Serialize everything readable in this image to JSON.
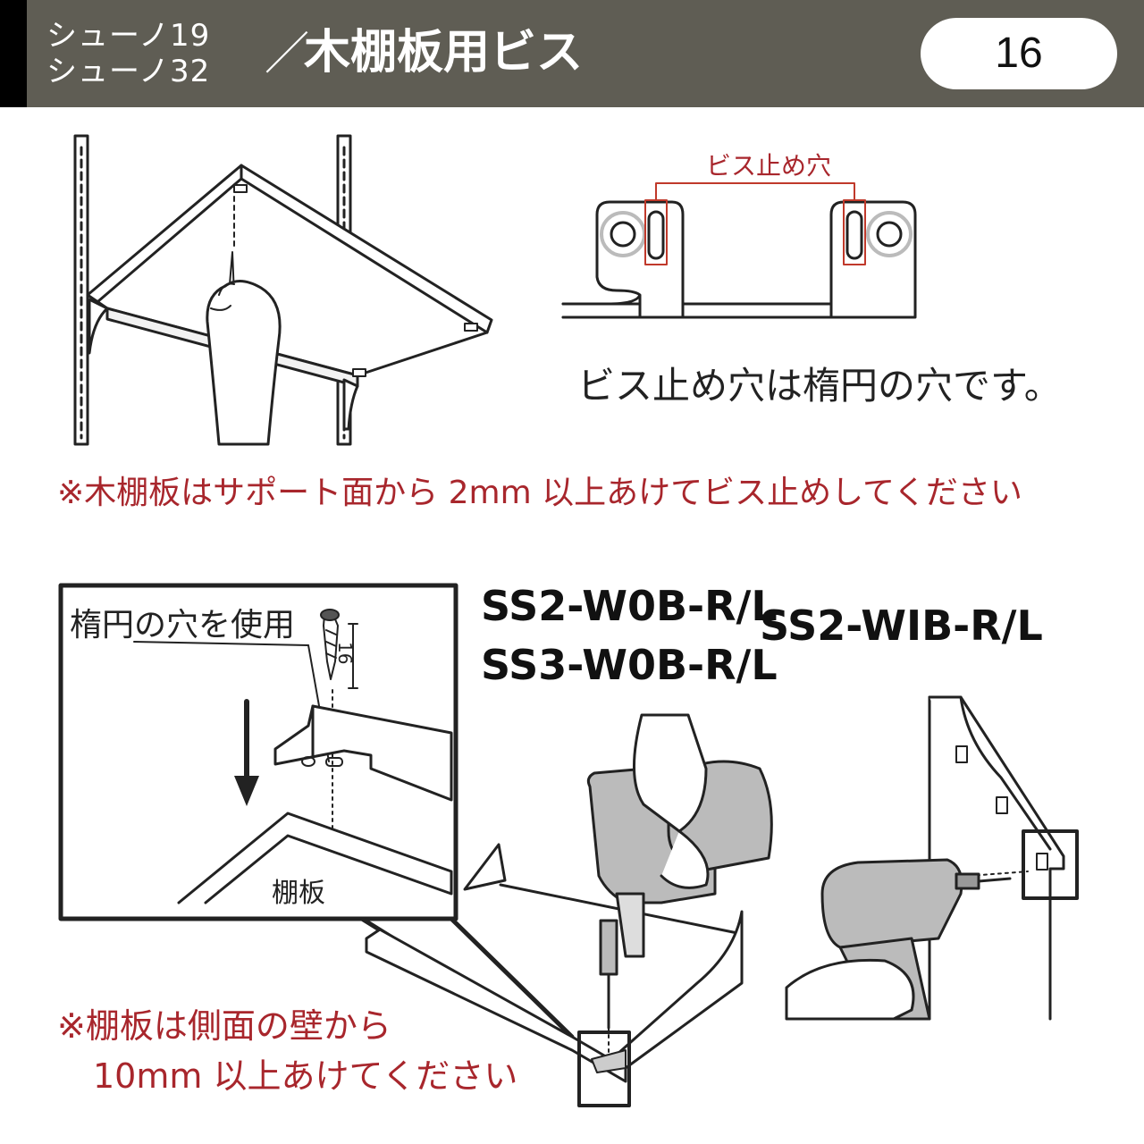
{
  "header": {
    "series_line1": "シューノ19",
    "series_line2": "シューノ32",
    "slash": "／",
    "title": "木棚板用ビス",
    "page_number": "16"
  },
  "top_right": {
    "callout": "ビス止め穴",
    "caption": "ビス止め穴は楕円の穴です。"
  },
  "notes": {
    "support_gap": "※木棚板はサポート面から 2mm 以上あけてビス止めしてください",
    "wall_gap_line1": "※棚板は側面の壁から",
    "wall_gap_line2": "10mm 以上あけてください"
  },
  "detail": {
    "use_ellipse": "楕円の穴を使用",
    "screw_length": "16",
    "shelf_label": "棚板"
  },
  "models": {
    "left_line1": "SS2-W0B-R/L",
    "left_line2": "SS3-W0B-R/L",
    "right": "SS2-WIB-R/L"
  },
  "colors": {
    "header_bg": "#5f5d54",
    "note_red": "#a8262c"
  }
}
